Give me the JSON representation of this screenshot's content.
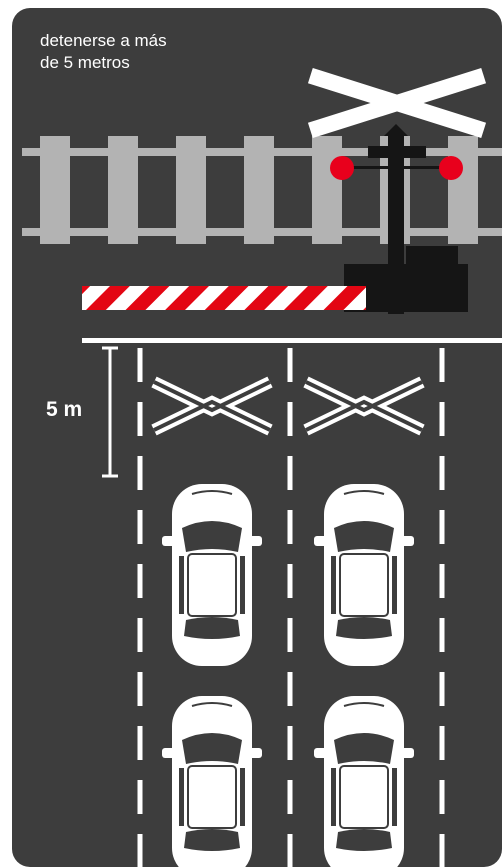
{
  "caption": {
    "line1": "detenerse a más",
    "line2": "de 5 metros"
  },
  "distance_label": "5 m",
  "colors": {
    "background": "#3d3d3d",
    "rail": "#b3b3b3",
    "signal_light": "#e8001c",
    "barrier_red": "#e30613",
    "marking": "#ffffff",
    "post": "#151515"
  },
  "icons": [
    "crossbuck-sign-icon",
    "warning-light-icon",
    "barrier-arm-icon",
    "car-icon",
    "x-marking-icon"
  ]
}
